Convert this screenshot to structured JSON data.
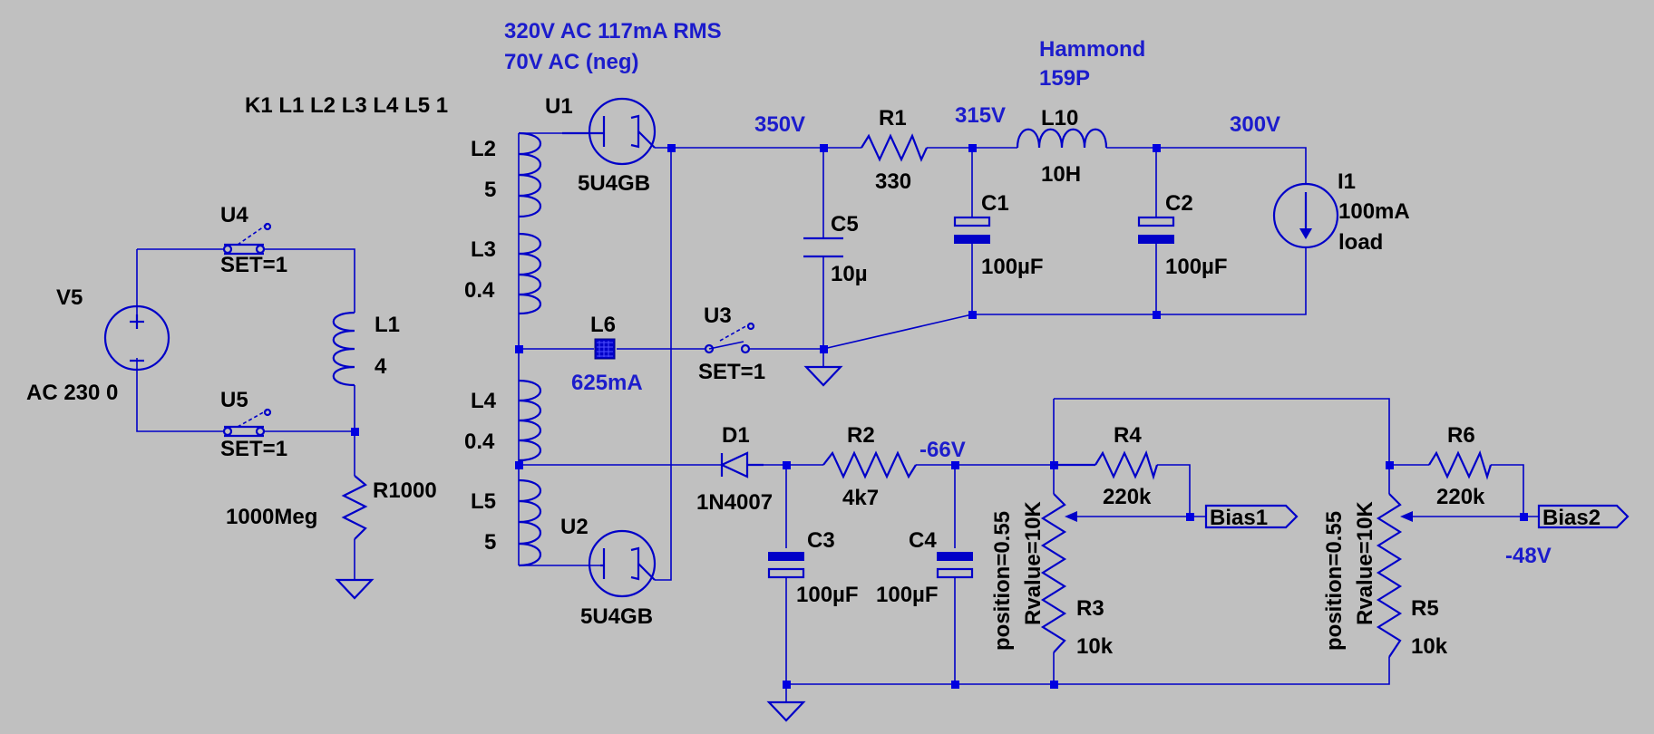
{
  "colors": {
    "background": "#c0c0c0",
    "wire": "#0000c8",
    "node": "#0000e0",
    "label": "#000000",
    "net_label": "#1c1ccc"
  },
  "annotations": {
    "transformer_ac": "320V AC  117mA RMS",
    "transformer_ac_neg": "70V AC (neg)",
    "choke_make": "Hammond",
    "choke_model": "159P",
    "coupling": "K1 L1 L2 L3 L4 L5 1"
  },
  "net_labels": {
    "rect_out": "350V",
    "after_r1": "315V",
    "out_300": "300V",
    "fuse_current": "625mA",
    "neg_66": "-66V",
    "neg_48": "-48V"
  },
  "components": {
    "v5": {
      "ref": "V5",
      "value": "AC 230 0"
    },
    "u4": {
      "ref": "U4",
      "value": "SET=1"
    },
    "u5": {
      "ref": "U5",
      "value": "SET=1"
    },
    "l1": {
      "ref": "L1",
      "value": "4"
    },
    "r1000": {
      "ref": "R1000",
      "value": "1000Meg"
    },
    "l2": {
      "ref": "L2",
      "value": "5"
    },
    "l3": {
      "ref": "L3",
      "value": "0.4"
    },
    "l4": {
      "ref": "L4",
      "value": "0.4"
    },
    "l5": {
      "ref": "L5",
      "value": "5"
    },
    "u1": {
      "ref": "U1",
      "value": "5U4GB"
    },
    "u2": {
      "ref": "U2",
      "value": "5U4GB"
    },
    "l6": {
      "ref": "L6"
    },
    "u3": {
      "ref": "U3",
      "value": "SET=1"
    },
    "c5": {
      "ref": "C5",
      "value": "10µ"
    },
    "r1": {
      "ref": "R1",
      "value": "330"
    },
    "c1": {
      "ref": "C1",
      "value": "100µF"
    },
    "l10": {
      "ref": "L10",
      "value": "10H"
    },
    "c2": {
      "ref": "C2",
      "value": "100µF"
    },
    "i1": {
      "ref": "I1",
      "value": "100mA",
      "value2": "load"
    },
    "d1": {
      "ref": "D1",
      "value": "1N4007"
    },
    "r2": {
      "ref": "R2",
      "value": "4k7"
    },
    "c3": {
      "ref": "C3",
      "value": "100µF"
    },
    "c4": {
      "ref": "C4",
      "value": "100µF"
    },
    "r4": {
      "ref": "R4",
      "value": "220k"
    },
    "r3": {
      "ref": "R3",
      "value": "10k",
      "rvalue": "Rvalue=10K",
      "position": "position=0.55"
    },
    "r6": {
      "ref": "R6",
      "value": "220k"
    },
    "r5": {
      "ref": "R5",
      "value": "10k",
      "rvalue": "Rvalue=10K",
      "position": "position=0.55"
    }
  },
  "ports": {
    "bias1": "Bias1",
    "bias2": "Bias2"
  }
}
